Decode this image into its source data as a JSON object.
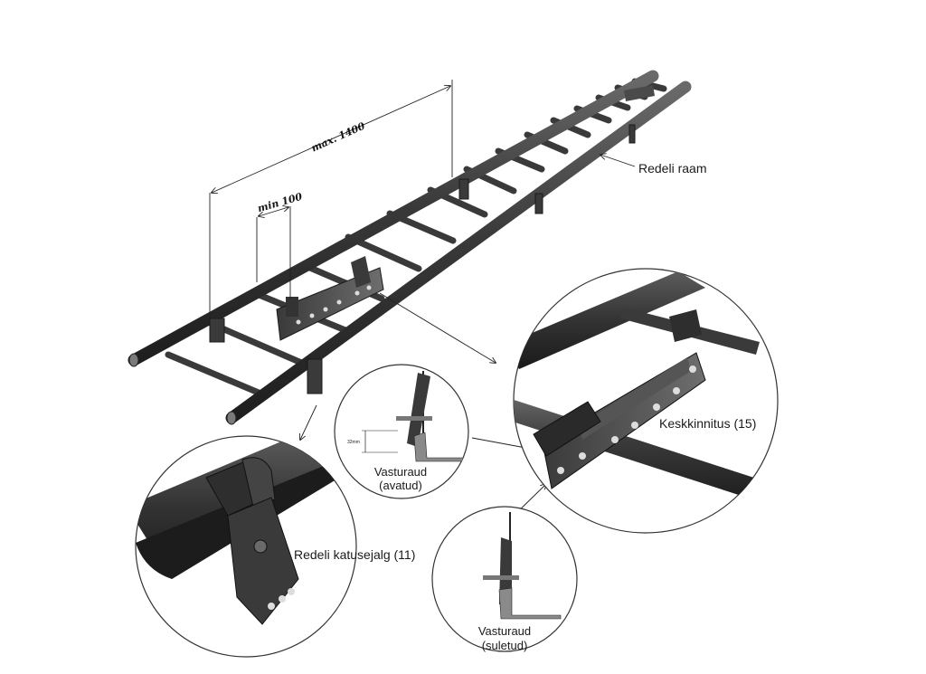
{
  "dimensions": {
    "max_label": "max. 1400",
    "min_label": "min 100"
  },
  "callouts": {
    "frame": "Redeli raam",
    "center_mount": "Keskkinnitus (15)",
    "roof_foot": "Redeli katusejalg (11)",
    "bracket_open_line1": "Vasturaud",
    "bracket_open_line2": "(avatud)",
    "bracket_closed_line1": "Vasturaud",
    "bracket_closed_line2": "(suletud)",
    "height_mark": "32mm"
  },
  "colors": {
    "metal_dark": "#2b2b2b",
    "metal_mid": "#4a4a4a",
    "metal_light": "#8a8a8a",
    "line": "#222222"
  }
}
